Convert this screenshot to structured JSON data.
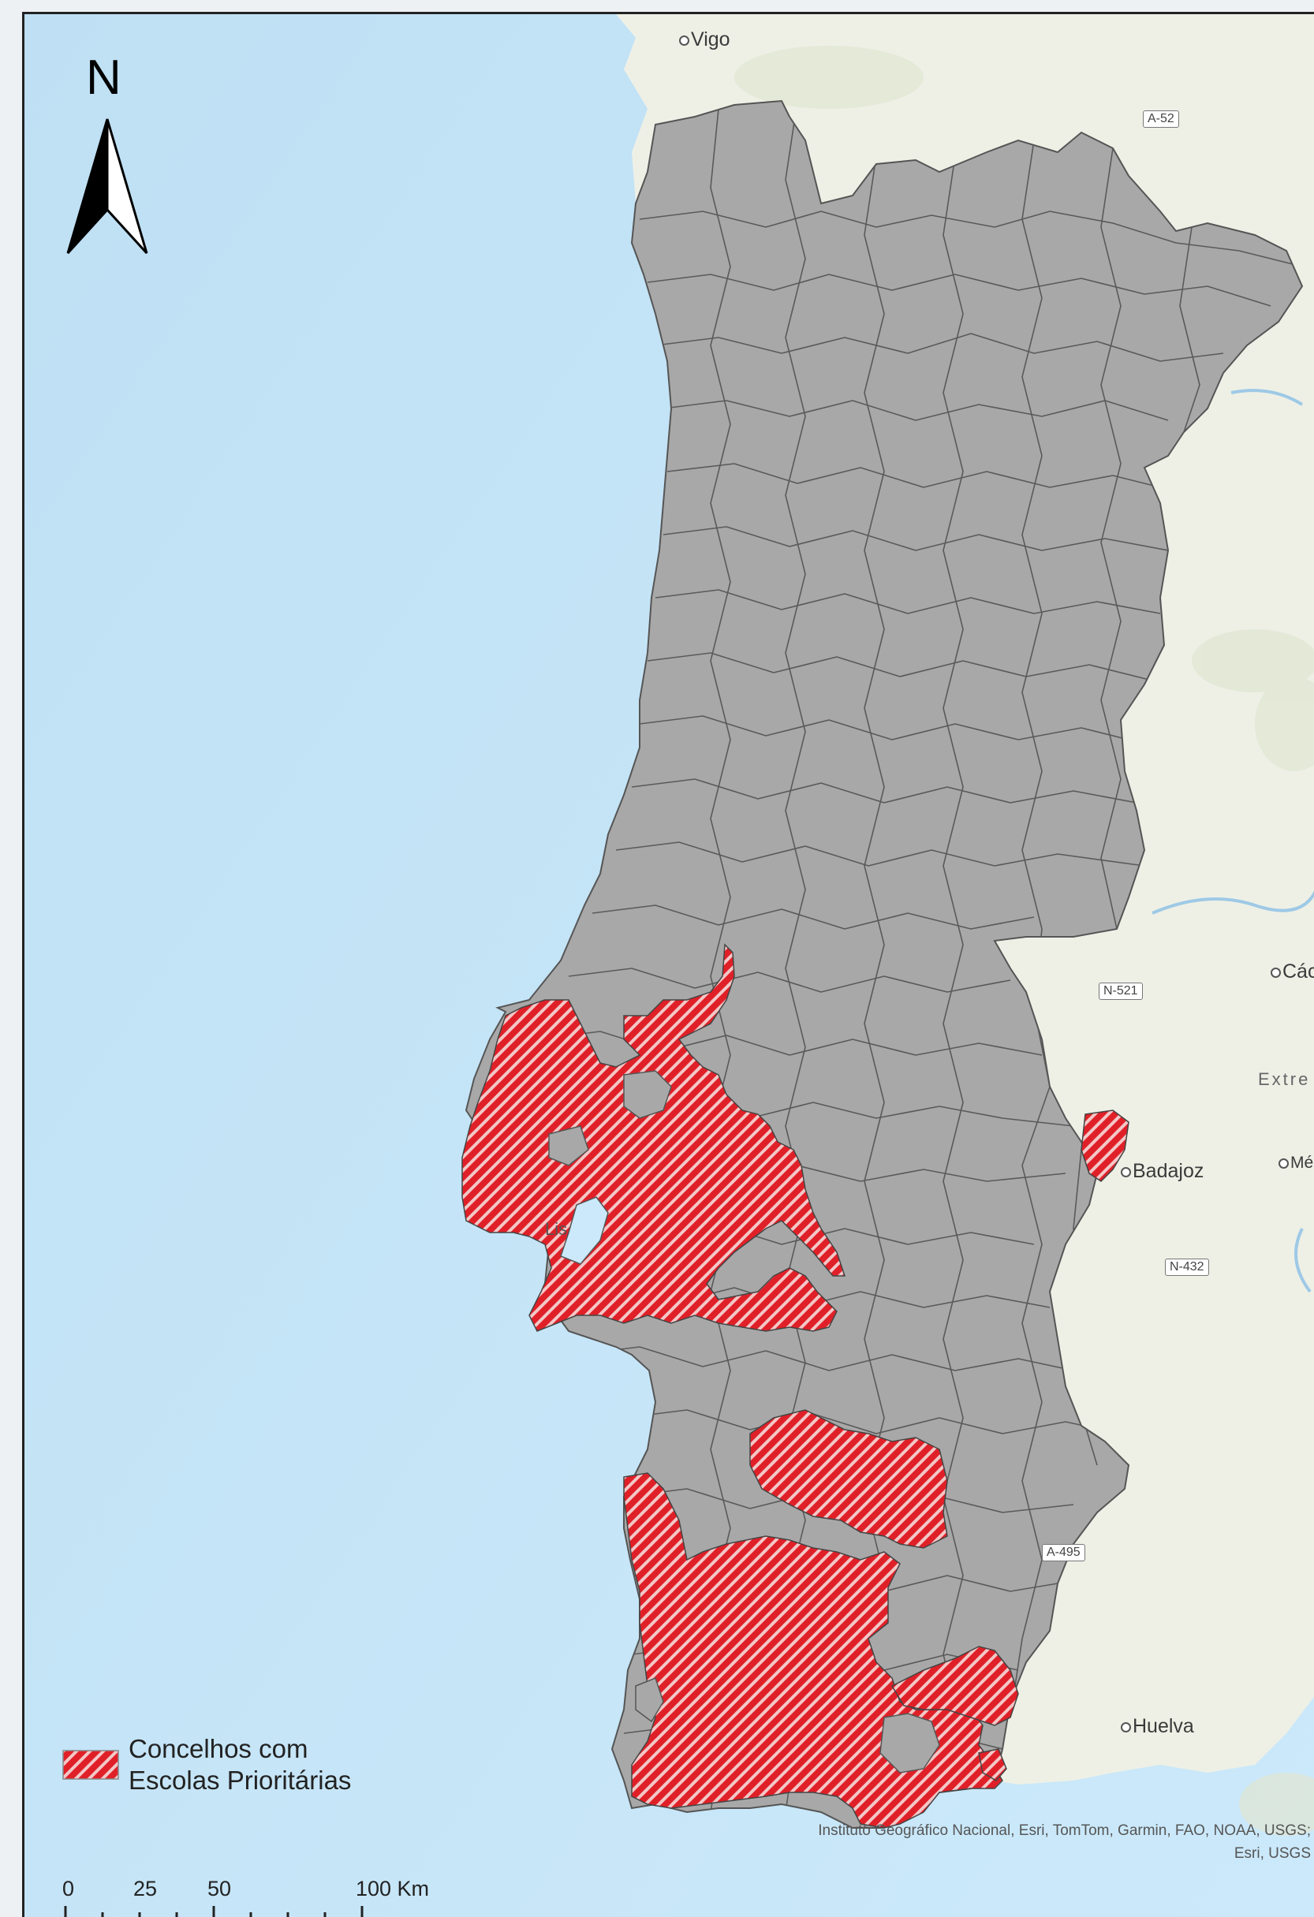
{
  "map": {
    "north_label": "N",
    "legend_label_line1": "Concelhos com",
    "legend_label_line2": "Escolas Prioritárias",
    "attribution_line1": "Instituto Geográfico Nacional, Esri, TomTom, Garmin, FAO, NOAA, USGS;",
    "attribution_line2": "Esri, USGS",
    "places": {
      "vigo": "Vigo",
      "caceres": "Cácer",
      "badajoz": "Badajoz",
      "merida": "Mér",
      "huelva": "Huelva",
      "lisboa": "Lis",
      "extremadura": "Extre"
    },
    "roads": {
      "a52": "A-52",
      "n521": "N-521",
      "n432": "N-432",
      "a495": "A-495"
    },
    "scale": {
      "t0": "0",
      "t25": "25",
      "t50": "50",
      "t100": "100 Km"
    }
  },
  "colors": {
    "sea": "#c9e7f8",
    "land_spain": "#eef0e6",
    "municipality_fill": "#a8a8a8",
    "municipality_border": "#555555",
    "priority_red": "#e02028",
    "priority_stripe": "#f3c7c7"
  },
  "icons": {
    "north_arrow": "north-arrow-icon",
    "city_marker": "city-dot-icon"
  }
}
